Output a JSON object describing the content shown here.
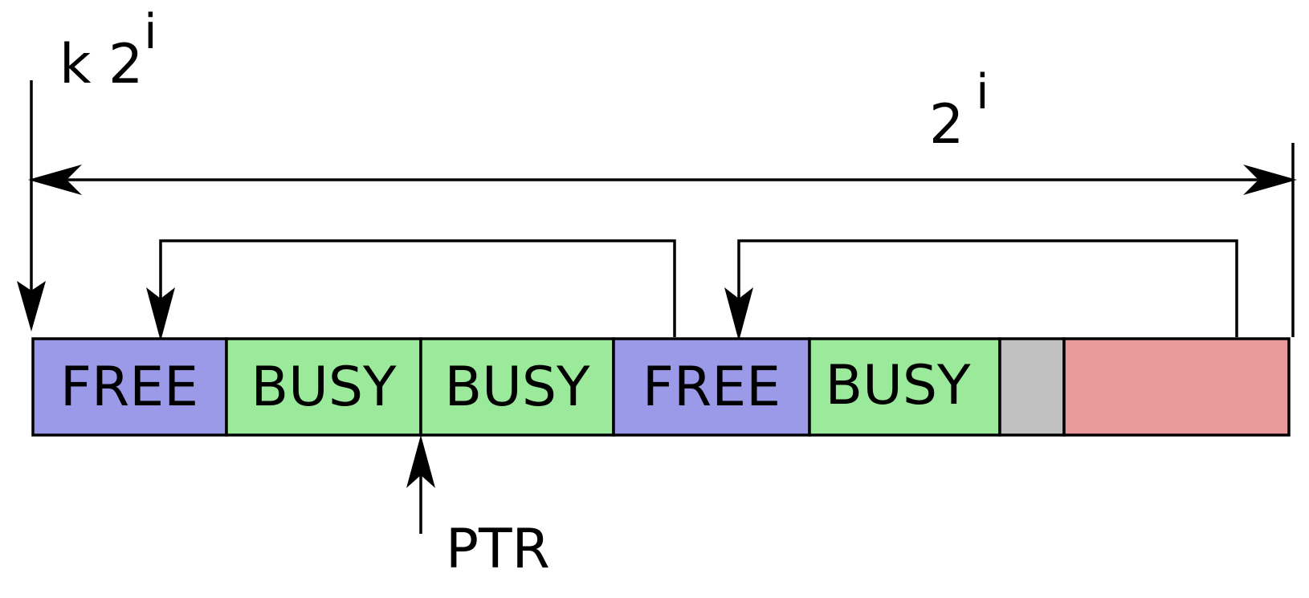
{
  "annotations": {
    "base": "k 2",
    "base_exp": "i",
    "size": "2",
    "size_exp": "i",
    "pointer": "PTR"
  },
  "blocks": [
    {
      "label": "FREE",
      "state": "free",
      "color": "#9b9ae8"
    },
    {
      "label": "BUSY",
      "state": "busy",
      "color": "#9be99b"
    },
    {
      "label": "BUSY",
      "state": "busy",
      "color": "#9be99b"
    },
    {
      "label": "FREE",
      "state": "free",
      "color": "#9b9ae8"
    },
    {
      "label": "BUSY",
      "state": "busy",
      "color": "#9be99b"
    },
    {
      "label": "",
      "state": "fragment",
      "color": "#c0c0c0"
    },
    {
      "label": "",
      "state": "remainder",
      "color": "#e89a9a"
    }
  ],
  "colors": {
    "free": "#9b9ae8",
    "busy": "#9be99b",
    "fragment": "#c0c0c0",
    "remainder": "#e89a9a",
    "stroke": "#000000"
  }
}
